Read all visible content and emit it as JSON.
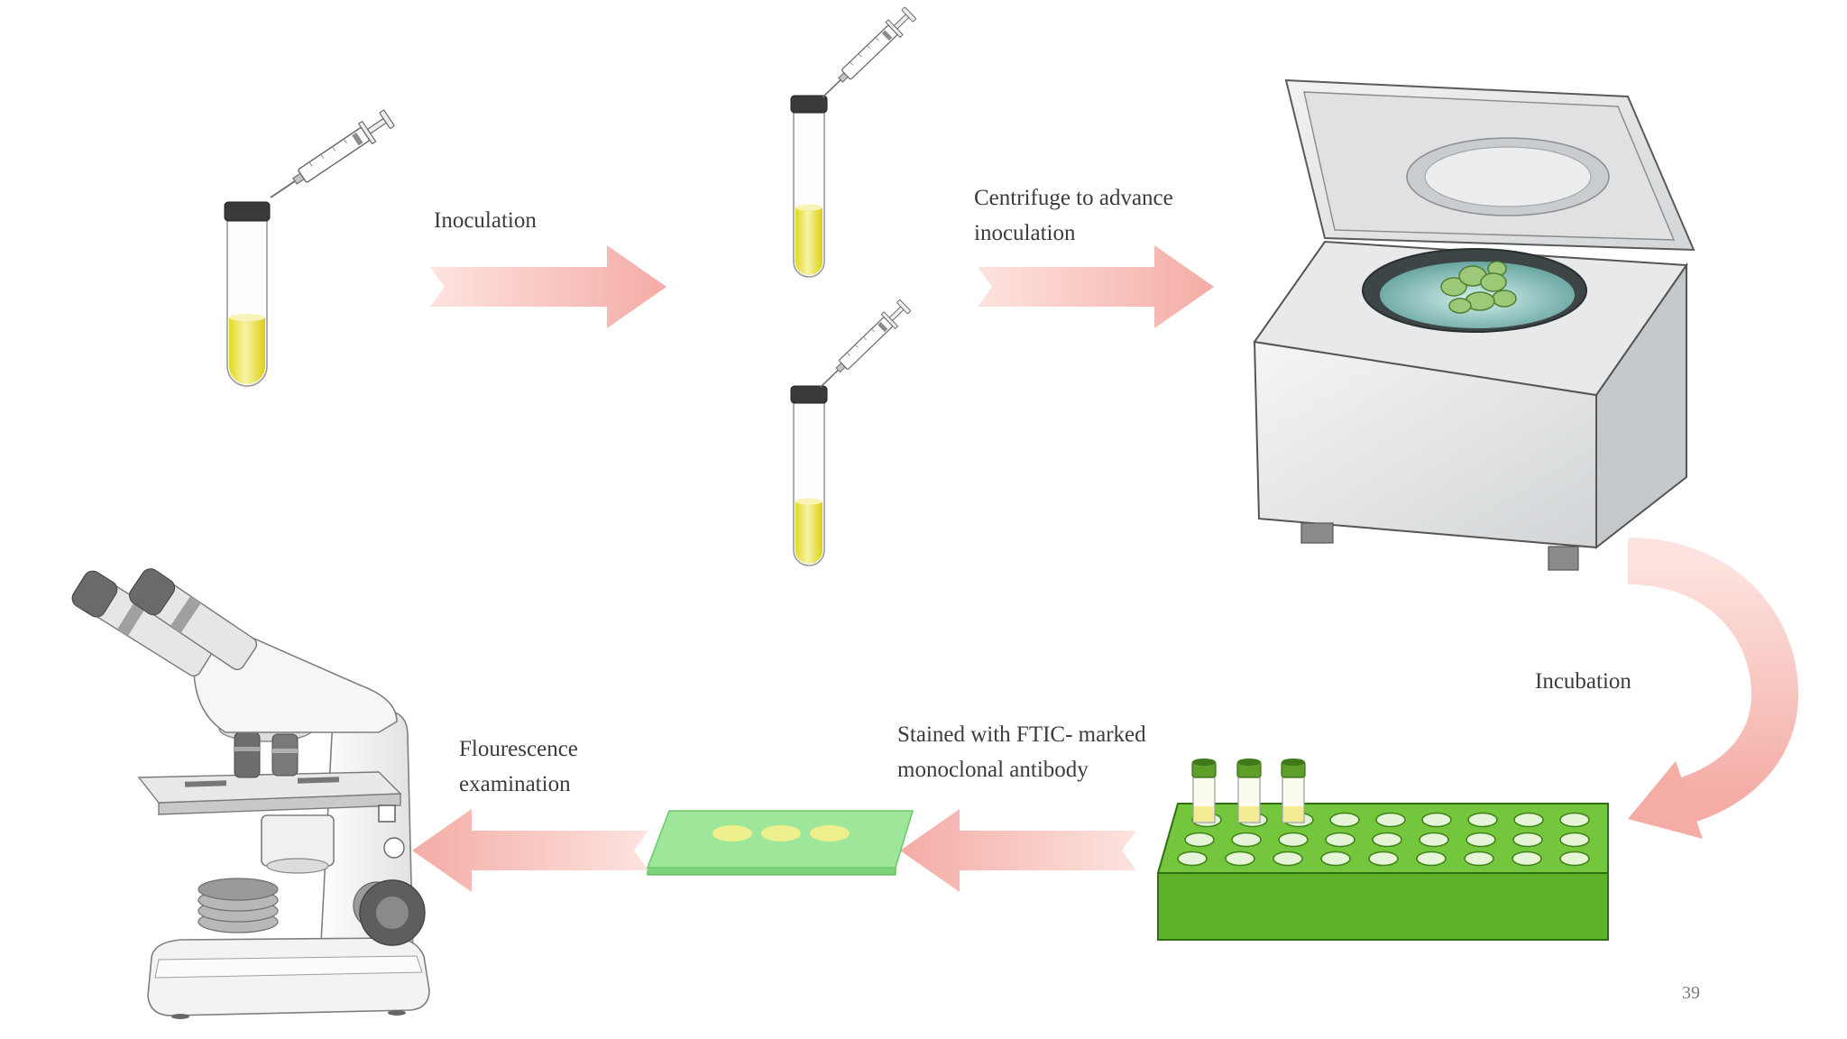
{
  "slide": {
    "page_number": "39"
  },
  "labels": {
    "inoculation": "Inoculation",
    "centrifuge_line1": "Centrifuge to advance",
    "centrifuge_line2": "inoculation",
    "incubation": "Incubation",
    "staining_line1": "Stained with FTIC- marked",
    "staining_line2": "monoclonal antibody",
    "fluorescence_line1": "Flourescence",
    "fluorescence_line2": "examination"
  },
  "icons": [
    "test-tube-icon",
    "syringe-icon",
    "centrifuge-icon",
    "tube-rack-icon",
    "glass-slide-icon",
    "microscope-icon",
    "arrow-icon"
  ],
  "colors": {
    "arrow_light": "#fde3df",
    "arrow_dark": "#f4aca5",
    "liquid_yellow": "#e4d820",
    "rack_green_top": "#74c63c",
    "rack_green_front": "#5db22a",
    "slide_green": "#9de69a",
    "spot_yellow": "#eef08c"
  }
}
